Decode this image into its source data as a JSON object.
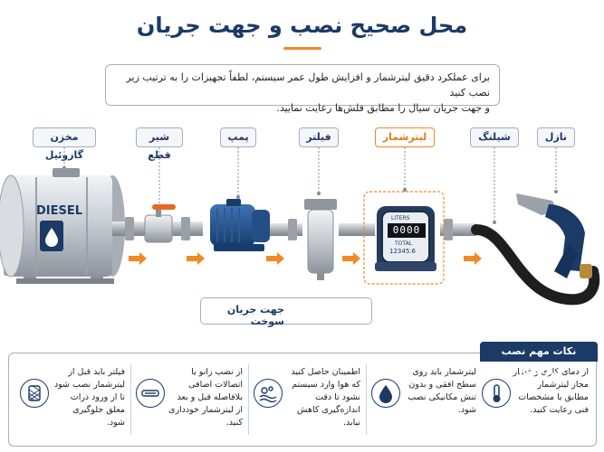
{
  "title": "محل صحیح نصب و جهت جریان",
  "intro": {
    "line1": "برای عملکرد دقیق لیترشمار و افزایش طول عمر سیستم، لطفاً تجهیزات را به ترتیب زیر نصب کنید",
    "line2": "و جهت جریان سیال را مطابق فلش‌ها رعایت نمایید."
  },
  "components": [
    {
      "id": "tank",
      "label": "مخزن گازوئیل"
    },
    {
      "id": "valve",
      "label": "شیر قطع"
    },
    {
      "id": "pump",
      "label": "پمپ"
    },
    {
      "id": "filter",
      "label": "فیلتر"
    },
    {
      "id": "meter",
      "label": "لیترشمار"
    },
    {
      "id": "hose",
      "label": "شیلنگ"
    },
    {
      "id": "nozzle",
      "label": "نازل"
    }
  ],
  "tank_text": "DIESEL",
  "meter": {
    "top_label": "LITERS",
    "digits": "0000",
    "total_label": "TOTAL",
    "total_value": "12345.6"
  },
  "flow_label": "جهت جریان سوخت",
  "tips": {
    "header": "نکات مهم نصب لیترشمار",
    "items": [
      {
        "icon": "thermometer-icon",
        "text": "از دمای کاری و فشار مجاز لیترشمار مطابق با مشخصات فنی رعایت کنید."
      },
      {
        "icon": "water-drop-icon",
        "text": "لیترشمار باید روی سطح افقی و بدون تنش مکانیکی نصب شود."
      },
      {
        "icon": "air-bubbles-icon",
        "text": "اطمینان حاصل کنید که هوا وارد سیستم نشود تا دقت اندازه‌گیری کاهش نیابد."
      },
      {
        "icon": "straight-pipe-icon",
        "text": "از نصب زانو یا اتصالات اضافی بلافاصله قبل و بعد از لیترشمار خودداری کنید."
      },
      {
        "icon": "filter-mesh-icon",
        "text": "فیلتر باید قبل از لیترشمار نصب شود تا از ورود ذرات معلق جلوگیری شود."
      }
    ]
  },
  "colors": {
    "primary": "#1b3a66",
    "accent": "#f08a24"
  }
}
